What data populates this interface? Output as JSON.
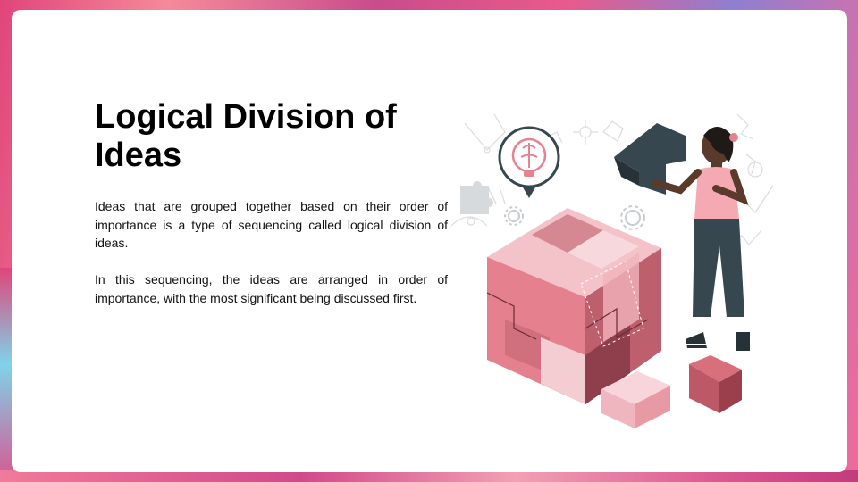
{
  "slide": {
    "title": "Logical Division of Ideas",
    "paragraphs": [
      "Ideas that are grouped together based on their order of importance is a type of sequencing called logical division of ideas.",
      "In this sequencing, the ideas are arranged in order of importance, with the most significant being discussed first."
    ]
  },
  "colors": {
    "accent_pink": "#e8808e",
    "cube_light": "#f4c4ca",
    "cube_dark": "#9c4a57",
    "figure_dark": "#37474f",
    "background_gradient_start": "#e0457b",
    "background_gradient_end": "#8f7fd0"
  },
  "illustration": {
    "icons": [
      "brain-lightbulb-icon",
      "puzzle-cube-icon",
      "woman-holding-puzzle-piece-icon",
      "gear-icon",
      "puzzle-piece-icon"
    ]
  }
}
